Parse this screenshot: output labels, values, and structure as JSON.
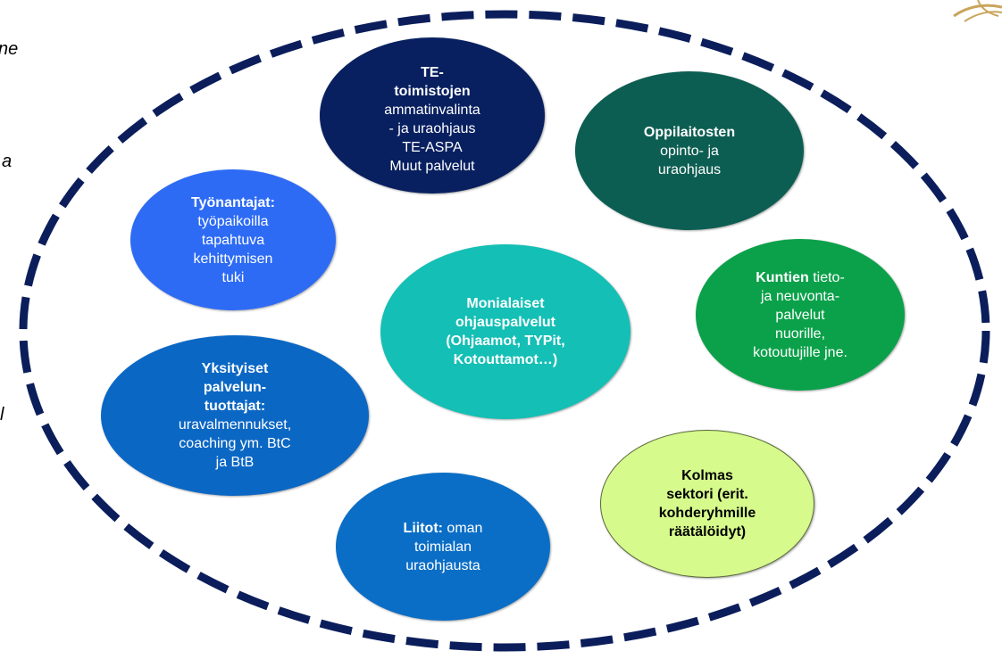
{
  "colors": {
    "outline_dash": "#0b1e5b",
    "te": "#082060",
    "oppilaitos": "#0d5e52",
    "tyonantajat": "#2d6bf5",
    "monialaiset": "#14bfb5",
    "kuntien": "#0ba14a",
    "yksityiset": "#0b67c4",
    "liitot": "#0b6ec6",
    "kolmas": "#d6fa8c",
    "logo": "#c9a55a"
  },
  "side_text": {
    "t1": "ne",
    "t2": "a",
    "t3": "l"
  },
  "bubbles": {
    "te": {
      "lines": [
        "TE-",
        "toimistojen"
      ],
      "body": [
        "ammatinvalinta",
        "- ja uraohjaus",
        "TE-ASPA",
        "Muut palvelut"
      ]
    },
    "oppilaitos": {
      "bold": "Oppilaitosten",
      "body": [
        "opinto- ja",
        "uraohjaus"
      ]
    },
    "tyonantajat": {
      "bold": "Työnantajat:",
      "body": [
        "työpaikoilla",
        "tapahtuva",
        "kehittymisen",
        "tuki"
      ]
    },
    "monialaiset": {
      "lines": [
        "Monialaiset",
        "ohjauspalvelut",
        "(Ohjaamot, TYPit,",
        "Kotouttamot…)"
      ]
    },
    "kuntien": {
      "bold": "Kuntien",
      "rest": " tieto-",
      "body": [
        "ja neuvonta-",
        "palvelut",
        "nuorille,",
        "kotoutujille jne."
      ]
    },
    "yksityiset": {
      "lines": [
        "Yksityiset",
        "palvelun-",
        "tuottajat:"
      ],
      "body": [
        "uravalmennukset,",
        "coaching ym. BtC",
        "ja BtB"
      ]
    },
    "liitot": {
      "bold": "Liitot:",
      "rest": " oman",
      "body": [
        "toimialan",
        "uraohjausta"
      ]
    },
    "kolmas": {
      "lines": [
        "Kolmas",
        "sektori (erit.",
        "kohderyhmille",
        "räätälöidyt)"
      ]
    }
  }
}
